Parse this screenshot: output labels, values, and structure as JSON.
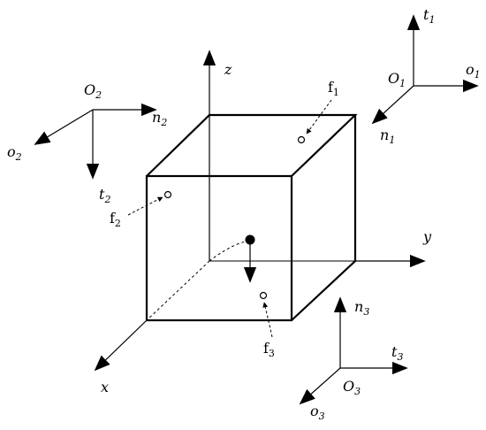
{
  "axes": {
    "x": "x",
    "y": "y",
    "z": "z"
  },
  "frame1": {
    "origin": "O",
    "origin_sub": "1",
    "t": "t",
    "t_sub": "1",
    "o": "o",
    "o_sub": "1",
    "n": "n",
    "n_sub": "1"
  },
  "frame2": {
    "origin": "O",
    "origin_sub": "2",
    "t": "t",
    "t_sub": "2",
    "o": "o",
    "o_sub": "2",
    "n": "n",
    "n_sub": "2"
  },
  "frame3": {
    "origin": "O",
    "origin_sub": "3",
    "t": "t",
    "t_sub": "3",
    "o": "o",
    "o_sub": "3",
    "n": "n",
    "n_sub": "3"
  },
  "forces": {
    "f1": {
      "base": "f",
      "sub": "1"
    },
    "f2": {
      "base": "f",
      "sub": "2"
    },
    "f3": {
      "base": "f",
      "sub": "3"
    }
  },
  "colors": {
    "ink": "#000000",
    "background": "#ffffff"
  }
}
